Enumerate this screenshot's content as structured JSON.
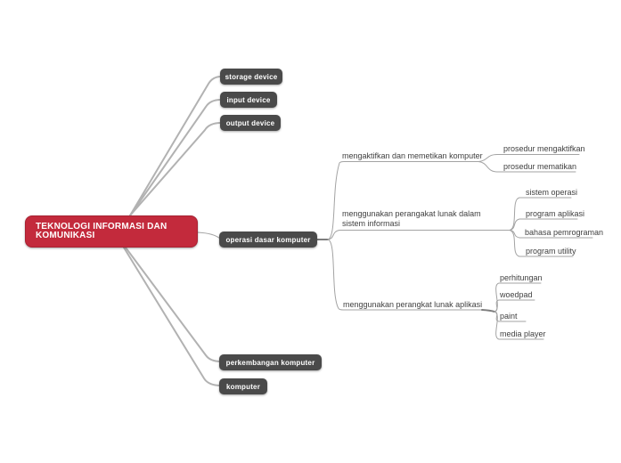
{
  "mindmap": {
    "root": {
      "label": "TEKNOLOGI INFORMASI DAN KOMUNIKASI"
    },
    "level1": [
      {
        "label": "storage device"
      },
      {
        "label": "input device"
      },
      {
        "label": "output device"
      },
      {
        "label": "operasi dasar komputer"
      },
      {
        "label": "perkembangan komputer"
      },
      {
        "label": "komputer"
      }
    ],
    "operasi_children": [
      {
        "label": "mengaktifkan dan memetikan komputer",
        "children": [
          {
            "label": "prosedur mengaktifkan"
          },
          {
            "label": "prosedur mematikan"
          }
        ]
      },
      {
        "label": "menggunakan perangakat lunak dalam sistem informasi",
        "children": [
          {
            "label": "sistem operasi"
          },
          {
            "label": "program aplikasi"
          },
          {
            "label": "bahasa pemrograman"
          },
          {
            "label": "program utility"
          }
        ]
      },
      {
        "label": "menggunakan perangkat lunak aplikasi",
        "children": [
          {
            "label": "perhitungan"
          },
          {
            "label": "woedpad"
          },
          {
            "label": "paint"
          },
          {
            "label": "media player"
          }
        ]
      }
    ],
    "colors": {
      "root_fill": "#c32a3c",
      "root_border": "#a82233",
      "topic_fill": "#4a4a4a",
      "branch_line": "#b2b2b2",
      "thin_line": "#a3a3a3",
      "topic_text": "#3f3f3f",
      "node_text": "#ffffff",
      "background": "#ffffff"
    }
  }
}
